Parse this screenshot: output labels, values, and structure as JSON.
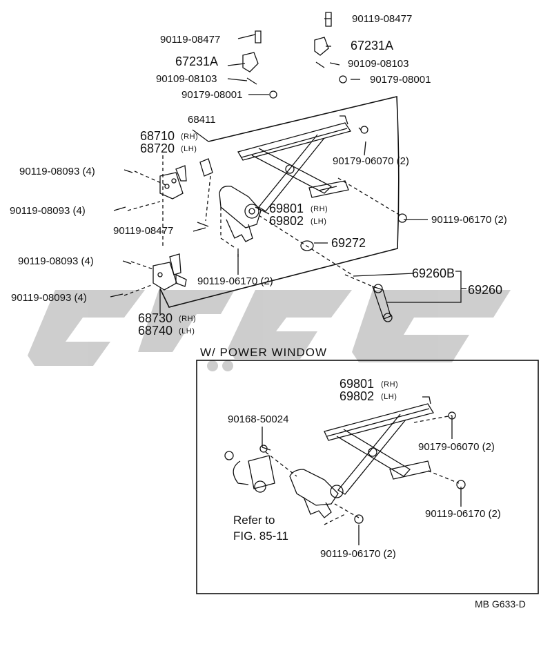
{
  "labels": {
    "p1": "90119-08477",
    "p2": "90119-08477",
    "p3": "67231A",
    "p4": "67231A",
    "p5": "90109-08103",
    "p6": "90109-08103",
    "p7": "90179-08001",
    "p8": "90179-08001",
    "p9": "68411",
    "p10": "68710",
    "p10s": "(RH)",
    "p11": "68720",
    "p11s": "(LH)",
    "p12": "90119-08093 (4)",
    "p13": "90119-08093 (4)",
    "p14": "90179-06070 (2)",
    "p15": "69801",
    "p15s": "(RH)",
    "p16": "69802",
    "p16s": "(LH)",
    "p17": "90119-06170 (2)",
    "p18": "90119-08477",
    "p19": "69272",
    "p20": "90119-08093 (4)",
    "p21": "90119-06170 (2)",
    "p22": "69260B",
    "p23": "69260",
    "p24": "90119-08093 (4)",
    "p25": "68730",
    "p25s": "(RH)",
    "p26": "68740",
    "p26s": "(LH)",
    "pw1": "69801",
    "pw1s": "(RH)",
    "pw2": "69802",
    "pw2s": "(LH)",
    "pw3": "90168-50024",
    "pw4": "90179-06070 (2)",
    "pw5": "90119-06170 (2)",
    "pw6": "90119-06170 (2)"
  },
  "section_title": "W/ POWER WINDOW",
  "refer_line1": "Refer to",
  "refer_line2": "FIG. 85-11",
  "figure_code": "MB G633-D",
  "watermark_text": "CJGC"
}
